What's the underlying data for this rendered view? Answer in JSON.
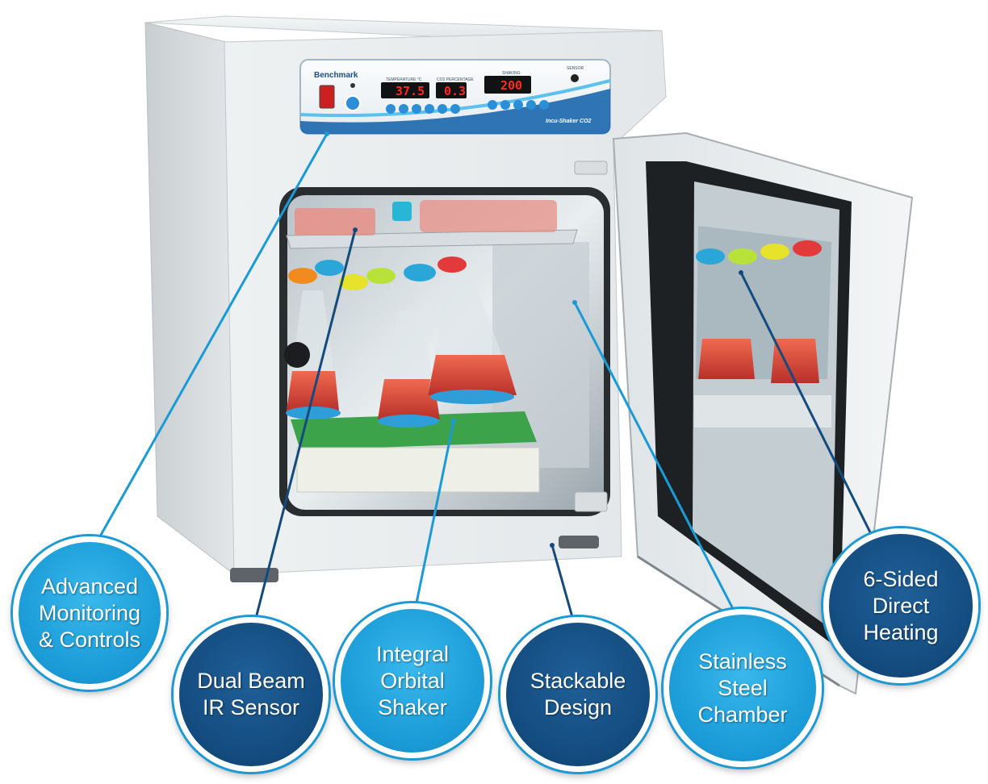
{
  "panel": {
    "brand": "Benchmark",
    "temp_label": "TEMPERATURE °C",
    "temp_value": "37.5",
    "co2_label": "CO2 PERCENTAGE",
    "co2_value": "0.3",
    "rpm_label": "SHAKING",
    "rpm_value": "200",
    "model_logo": "Incu-Shaker CO2",
    "sensor_label": "SENSOR"
  },
  "callouts": [
    {
      "label": "Advanced\nMonitoring\n& Controls"
    },
    {
      "label": "Dual Beam\nIR Sensor"
    },
    {
      "label": "Integral\nOrbital\nShaker"
    },
    {
      "label": "Stackable\nDesign"
    },
    {
      "label": "Stainless\nSteel\nChamber"
    },
    {
      "label": "6-Sided\nDirect\nHeating"
    }
  ],
  "colors": {
    "light_blue": "#1a9ad6",
    "dark_blue": "#134b7e",
    "display_red": "#ff2a1a",
    "cabinet": "#eceff1"
  }
}
